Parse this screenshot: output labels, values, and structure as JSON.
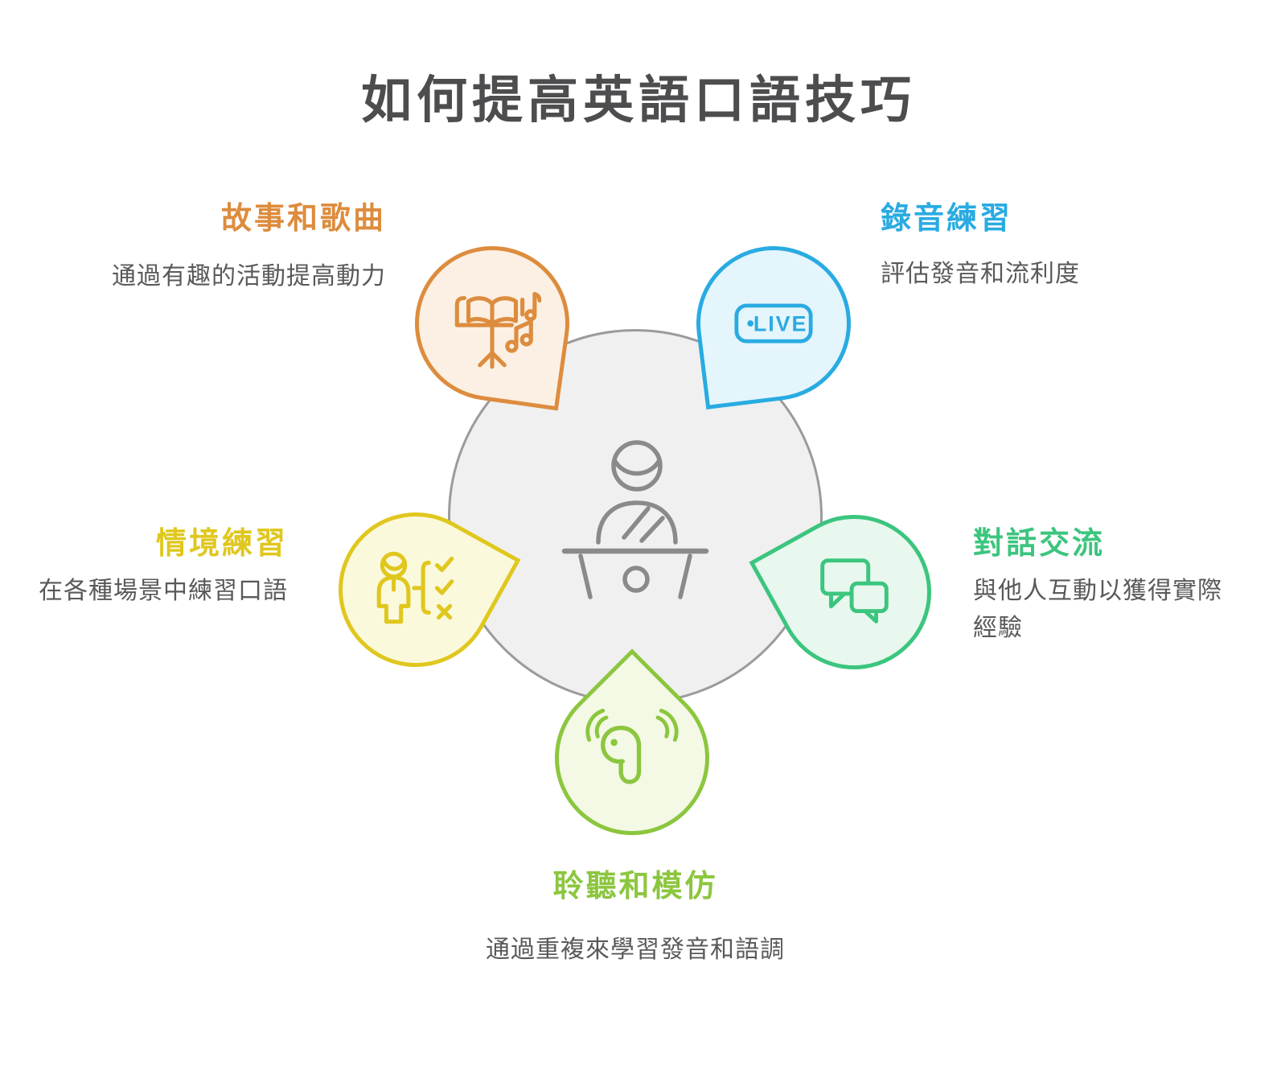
{
  "title": "如何提高英語口語技巧",
  "colors": {
    "title_text": "#4D4D4F",
    "body_text": "#58595B",
    "center_circle_fill": "#F0F0F0",
    "center_circle_stroke": "#9B9B9B",
    "center_icon_stroke": "#8A8A8A"
  },
  "center": {
    "icon": "speaker-at-podium-icon"
  },
  "items": [
    {
      "id": "stories-and-songs",
      "heading": "故事和歌曲",
      "description": "通過有趣的活動提高動力",
      "accent": "#DD8C3E",
      "fill": "#FBF0E3",
      "icon": "music-stand-icon"
    },
    {
      "id": "recording-practice",
      "heading": "錄音練習",
      "description": "評估發音和流利度",
      "accent": "#29ABE2",
      "fill": "#E4F5FC",
      "icon": "live-badge-icon",
      "badge_text": "LIVE"
    },
    {
      "id": "situational-practice",
      "heading": "情境練習",
      "description": "在各種場景中練習口語",
      "accent": "#E0C71E",
      "fill": "#FBF9DC",
      "icon": "person-checklist-icon"
    },
    {
      "id": "conversation-exchange",
      "heading": "對話交流",
      "description": "與他人互動以獲得實際經驗",
      "accent": "#3CC57E",
      "fill": "#E8F8EF",
      "icon": "chat-bubbles-icon"
    },
    {
      "id": "listen-and-imitate",
      "heading": "聆聽和模仿",
      "description": "通過重複來學習發音和語調",
      "accent": "#8CC63F",
      "fill": "#F3F9E5",
      "icon": "earbud-icon"
    }
  ]
}
